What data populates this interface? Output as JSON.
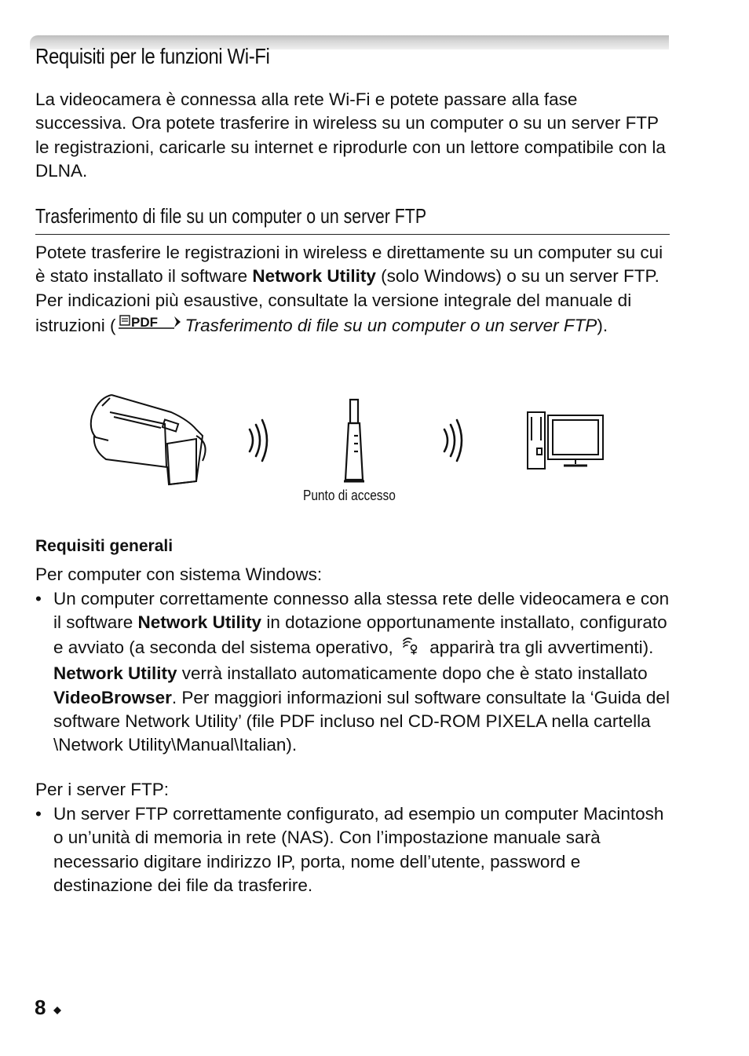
{
  "section_title": "Requisiti per le funzioni Wi-Fi",
  "intro": "La videocamera è connessa alla rete Wi-Fi e potete passare alla fase successiva. Ora potete trasferire in wireless su un computer o su un server FTP le registrazioni, caricarle su internet e riprodurle con un lettore compatibile con la DLNA.",
  "subsection_title": "Trasferimento di file su un computer o un server FTP",
  "p2": {
    "t1": "Potete trasferire le registrazioni in wireless e direttamente su un computer su cui è stato installato il software ",
    "b1": "Network Utility",
    "t2": " (solo Windows) o su un server FTP. Per indicazioni più esaustive, consultate la versione integrale del manuale di istruzioni  (",
    "pdf_label": "PDF",
    "i1": "Trasferimento di file su un computer o un server FTP",
    "t3": ")."
  },
  "diagram": {
    "caption": "Punto di accesso"
  },
  "requirements": {
    "title": "Requisiti generali",
    "windows_intro": "Per computer con sistema Windows:",
    "bullet_char": "•",
    "b1": {
      "t1": "Un computer correttamente connesso alla stessa rete delle videocamera e con il software ",
      "bold1": "Network Utility",
      "t2": " in dotazione opportunamente installato, configurato e avviato (a seconda del sistema operativo, ",
      "t3": " apparirà tra gli avvertimenti). ",
      "bold2": "Network Utility",
      "t4": " verrà installato automaticamente dopo che è stato installato ",
      "bold3": "VideoBrowser",
      "t5": ". Per maggiori informazioni sul software consultate la ‘Guida del software Network Utility’ (file PDF incluso nel CD-ROM PIXELA nella cartella \\Network Utility\\Manual\\Italian)."
    },
    "ftp_intro": "Per i server FTP:",
    "b2": "Un server FTP correttamente configurato, ad esempio un computer Macintosh o un’unità di memoria in rete (NAS). Con l’impostazione manuale sarà necessario digitare indirizzo IP, porta, nome dell’utente, password e destinazione dei file da trasferire."
  },
  "page_number": "8"
}
